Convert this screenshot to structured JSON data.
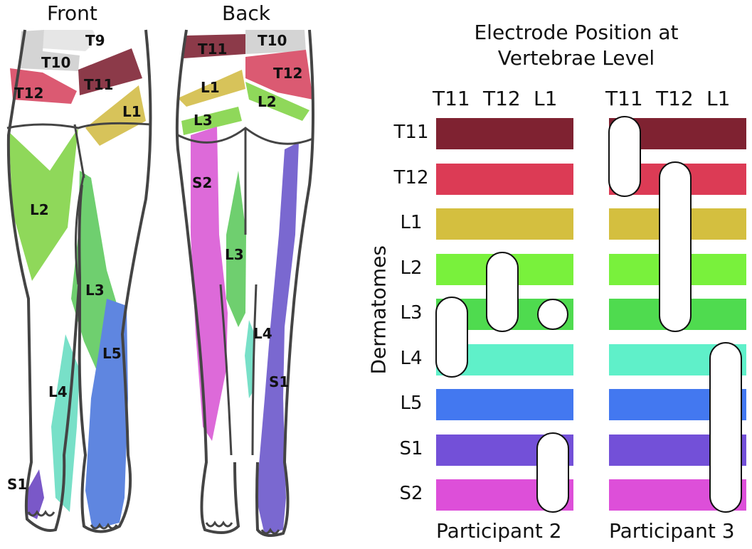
{
  "views": {
    "front_title": "Front",
    "back_title": "Back",
    "front_labels": [
      "T9",
      "T10",
      "T11",
      "T12",
      "L1",
      "L2",
      "L3",
      "L4",
      "L5",
      "S1"
    ],
    "back_labels": [
      "T10",
      "T11",
      "T12",
      "L1",
      "L2",
      "L3",
      "S2",
      "L4",
      "S1"
    ]
  },
  "chart": {
    "title_line1": "Electrode Position at",
    "title_line2": "Vertebrae Level",
    "y_axis_label": "Dermatomes",
    "vertebrae": [
      "T11",
      "T12",
      "L1"
    ],
    "dermatomes": [
      "T11",
      "T12",
      "L1",
      "L2",
      "L3",
      "L4",
      "L5",
      "S1",
      "S2"
    ],
    "dermatome_colors": {
      "T11": "#7f2231",
      "T12": "#dc3b55",
      "L1": "#d4bf3f",
      "L2": "#79f13c",
      "L3": "#4fdb4f",
      "L4": "#5ff0c9",
      "L5": "#4378f0",
      "S1": "#7350d8",
      "S2": "#dd4fd9"
    },
    "participants": [
      {
        "name": "Participant 2",
        "electrodes": [
          {
            "vertebra": "T11",
            "from": "L3",
            "to": "L4"
          },
          {
            "vertebra": "T12",
            "from": "L2",
            "to": "L3"
          },
          {
            "vertebra": "L1",
            "from": "L3",
            "to": "L3"
          },
          {
            "vertebra": "L1",
            "from": "S1",
            "to": "S2"
          }
        ]
      },
      {
        "name": "Participant 3",
        "electrodes": [
          {
            "vertebra": "T11",
            "from": "T11",
            "to": "T12"
          },
          {
            "vertebra": "T12",
            "from": "T12",
            "to": "L3"
          },
          {
            "vertebra": "L1",
            "from": "L4",
            "to": "S2"
          }
        ]
      }
    ]
  }
}
